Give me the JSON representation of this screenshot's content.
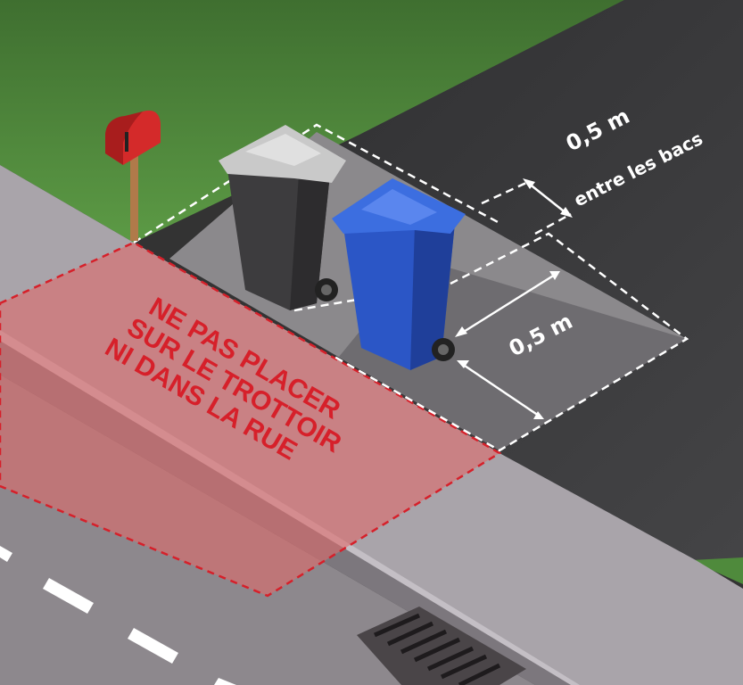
{
  "labels": {
    "spacing_between_bins_value": "0,5 m",
    "spacing_between_bins_caption": "entre les bacs",
    "spacing_from_edge_value": "0,5 m"
  },
  "warning": {
    "lines": [
      "NE PAS PLACER",
      "SUR LE TROTTOIR",
      "NI DANS LA RUE"
    ]
  },
  "colors": {
    "grass": "#4f8a3c",
    "driveway": "#3b3b3d",
    "sidewalk": "#a9a4aa",
    "road": "#8d888d",
    "warning_zone": "#e06a6a",
    "warning_text": "#d6202a",
    "garbage_bin": "#3d3c3e",
    "recycling_bin": "#2b56c6",
    "mailbox": "#d42a2a"
  }
}
